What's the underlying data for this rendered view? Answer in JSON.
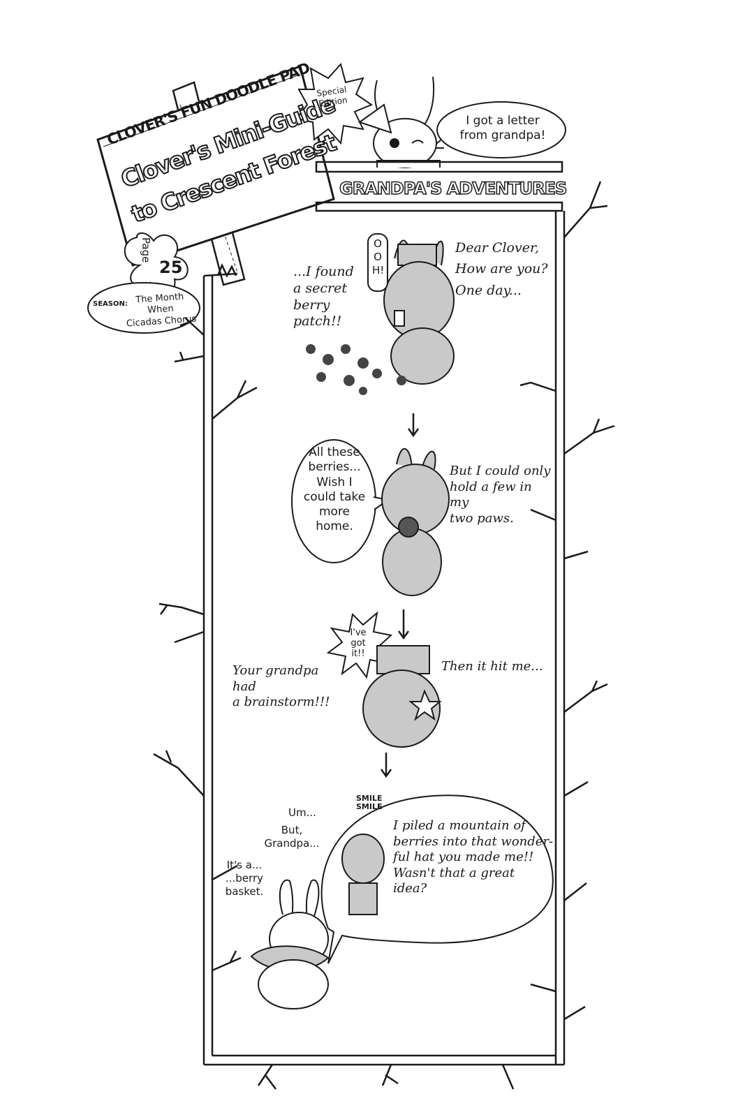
{
  "sign": {
    "line1": "CLOVER'S FUN DOODLE PAD",
    "line2": "Clover's Mini-Guide",
    "line3": "to Crescent Forest"
  },
  "burst": {
    "text": "Special\nEdition"
  },
  "page_tag": {
    "label": "Page",
    "number": "25"
  },
  "season": {
    "label": "SEASON:",
    "value": "The Month When\nCicadas Chorus"
  },
  "clover_speech": "I got a letter\nfrom grandpa!",
  "banner": "GRANDPA'S ADVENTURES",
  "panel1": {
    "ooh": "OOH!",
    "narration": "Dear Clover,\nHow are you?\nOne day...",
    "caption": "...I found\na secret\nberry patch!!"
  },
  "panel2": {
    "speech": "All these\nberries...\nWish I\ncould take\nmore\nhome.",
    "narration": "But I could only\nhold a few in my\ntwo paws."
  },
  "panel3": {
    "burst": "I've\ngot\nit!!",
    "caption": "Your grandpa had\na brainstorm!!!",
    "narration": "Then it hit me..."
  },
  "panel4": {
    "clover_um": "Um...",
    "clover_but": "But,\nGrandpa...",
    "clover_basket": "It's a...\n...berry\nbasket.",
    "smile": "SMILE\nSMILE",
    "speech": "I piled a mountain of\nberries into that wonder-\nful hat you made me!!\nWasn't that a great\nidea?"
  },
  "colors": {
    "ink": "#1a1a1a",
    "tone": "#c9c9c9",
    "paper": "#ffffff"
  }
}
